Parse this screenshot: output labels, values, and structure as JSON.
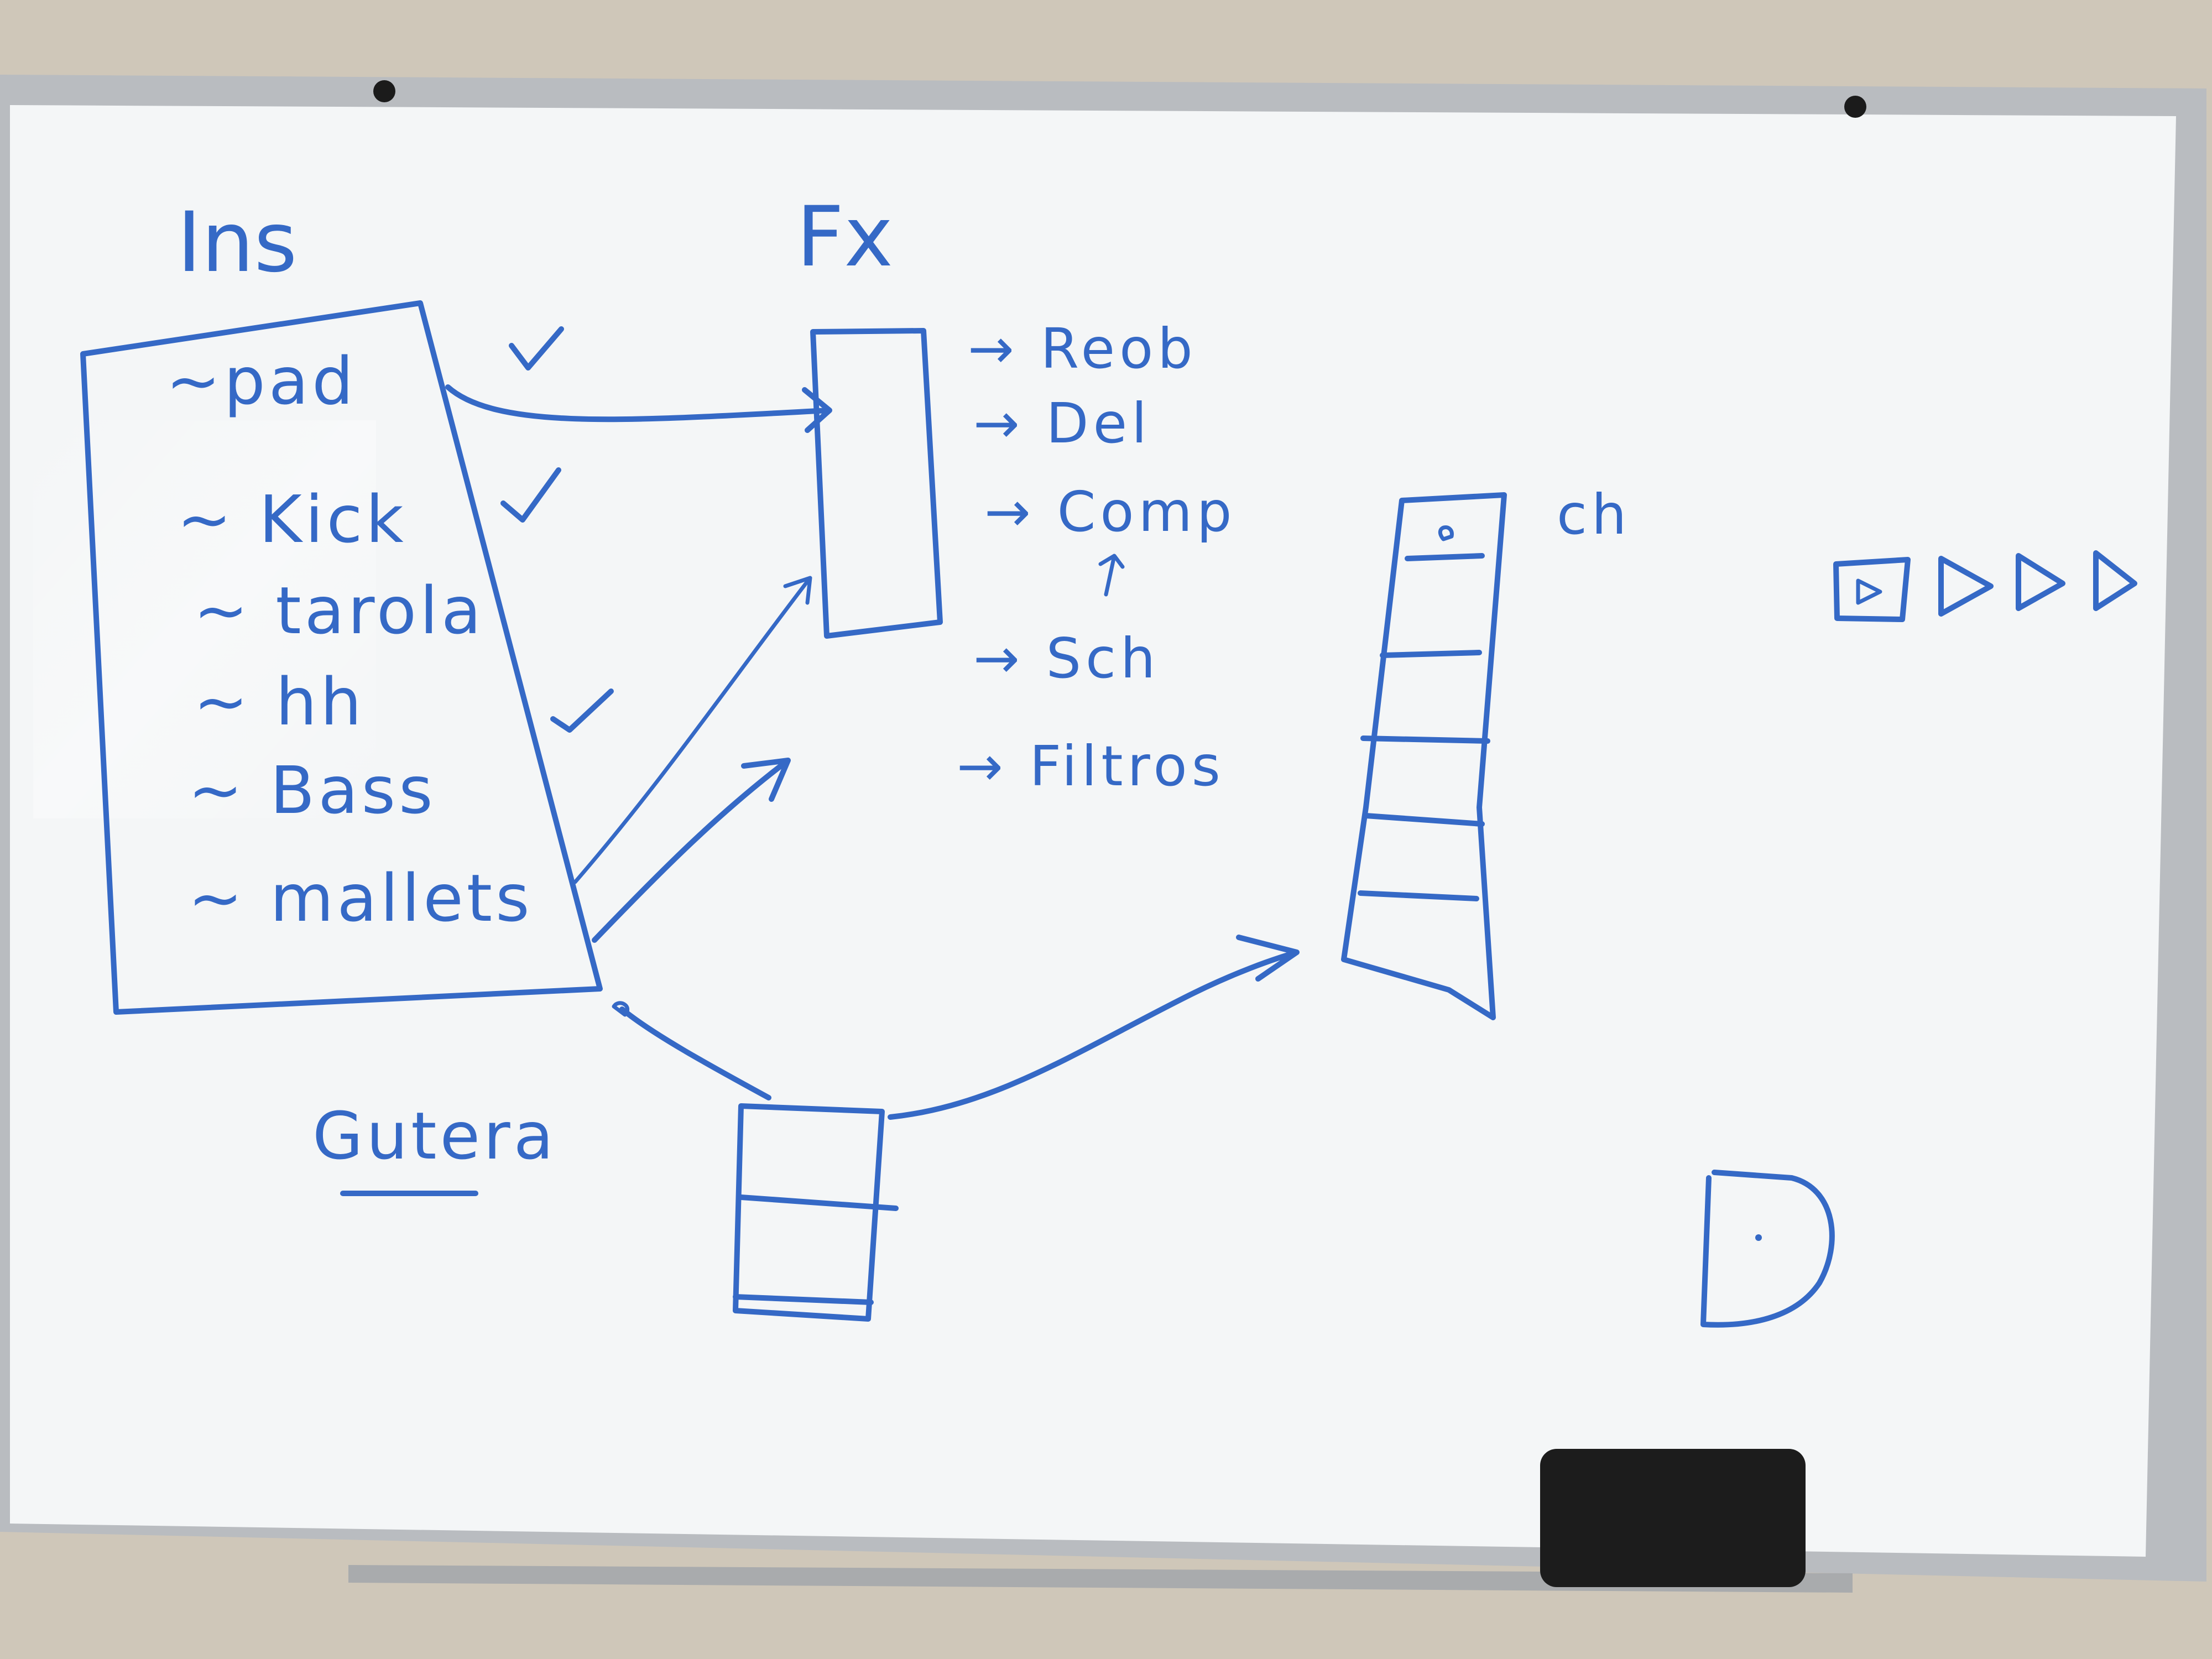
{
  "board": {
    "colors": {
      "wall": "#cfc7b9",
      "frame": "#b9bcc0",
      "surface": "#f4f6f7",
      "marker": "#3569c6",
      "eraser": "#1c1c1c"
    }
  },
  "instruments": {
    "heading": "Ins",
    "items": [
      {
        "label": "~pad",
        "checked": true
      },
      {
        "label": "~ Kick",
        "checked": true
      },
      {
        "label": "~ tarola",
        "checked": false
      },
      {
        "label": "~ hh",
        "checked": true
      },
      {
        "label": "~ Bass",
        "checked": false
      },
      {
        "label": "~ mallets",
        "checked": false
      }
    ]
  },
  "effects": {
    "heading": "Fx",
    "items": [
      "→ Reob",
      "→ Del",
      "→ Comp",
      "→ Sch",
      "→ Filtros"
    ]
  },
  "channel": {
    "label": "ch",
    "slots": 6
  },
  "guitar": {
    "label": "Gutera"
  },
  "icons": [
    "square-icon",
    "play-icon",
    "play-icon",
    "play-icon",
    "d-shape-icon"
  ]
}
